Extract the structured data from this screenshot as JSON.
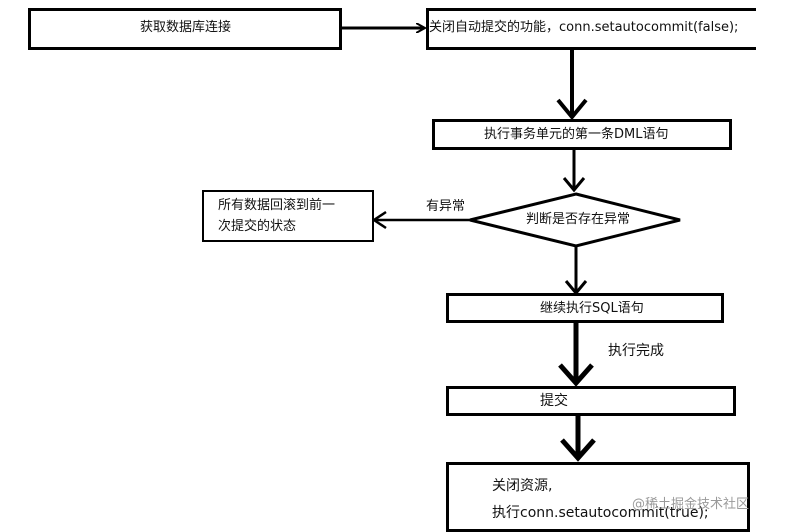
{
  "nodes": {
    "get_connection": "获取数据库连接",
    "disable_autocommit": "关闭自动提交的功能，conn.setautocommit(false);",
    "first_dml": "执行事务单元的第一条DML语句",
    "decision": "判断是否存在异常",
    "rollback_line1": "所有数据回滚到前一",
    "rollback_line2": "次提交的状态",
    "continue_sql": "继续执行SQL语句",
    "commit": "提交",
    "close_line1": "关闭资源,",
    "close_line2": "执行conn.setautocommit(true);"
  },
  "edge_labels": {
    "has_exception": "有异常",
    "execution_done": "执行完成"
  },
  "watermark": "@稀土掘金技术社区"
}
